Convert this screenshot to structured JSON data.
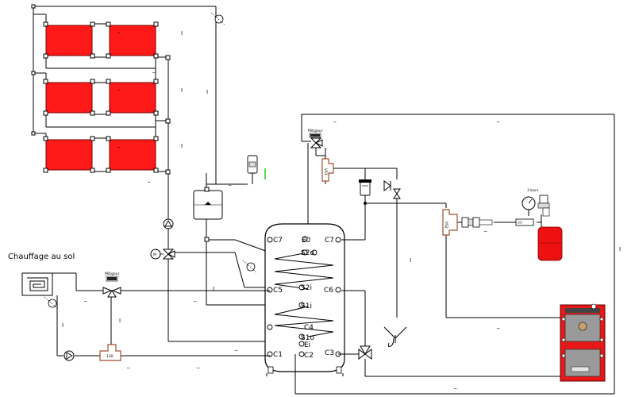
{
  "title": "Chauffage au sol",
  "labels": {
    "mitigeur_top": "Mitigeur",
    "mitigeur_left": "Mitigeur",
    "bar_label": "3 bars",
    "tank_ports": {
      "C7_left": "C7",
      "E0": "E0",
      "C7_right": "C7",
      "S2o": "S2o",
      "C5": "C5",
      "S2i": "S2i",
      "C6": "C6",
      "S1i": "S1i",
      "C4": "C4",
      "S1o": "S1o",
      "Ei": "Ei",
      "C1": "C1",
      "C2": "C2",
      "C3": "C3"
    }
  }
}
